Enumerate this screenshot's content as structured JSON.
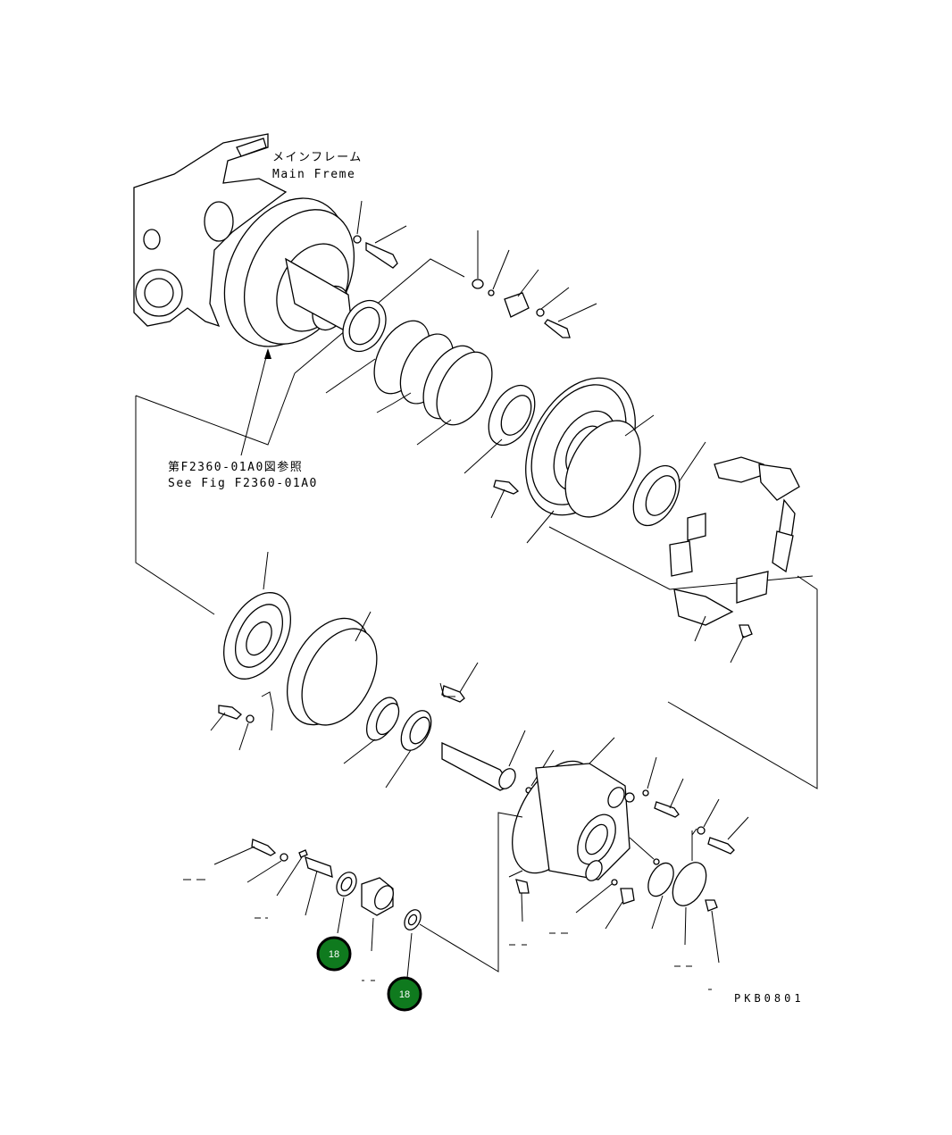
{
  "labels": {
    "main_frame_jp": "メインフレーム",
    "main_frame_en": "Main Freme",
    "see_fig_jp": "第F2360-01A0図参照",
    "see_fig_en": "See Fig F2360-01A0",
    "drawing_code": "PKB0801"
  },
  "callouts": [
    {
      "id": "callout-1",
      "text": "18"
    },
    {
      "id": "callout-2",
      "text": "18"
    }
  ],
  "colors": {
    "callout_fill": "#0f7a1e",
    "callout_stroke": "#000000",
    "line": "#000000",
    "background": "#ffffff"
  }
}
